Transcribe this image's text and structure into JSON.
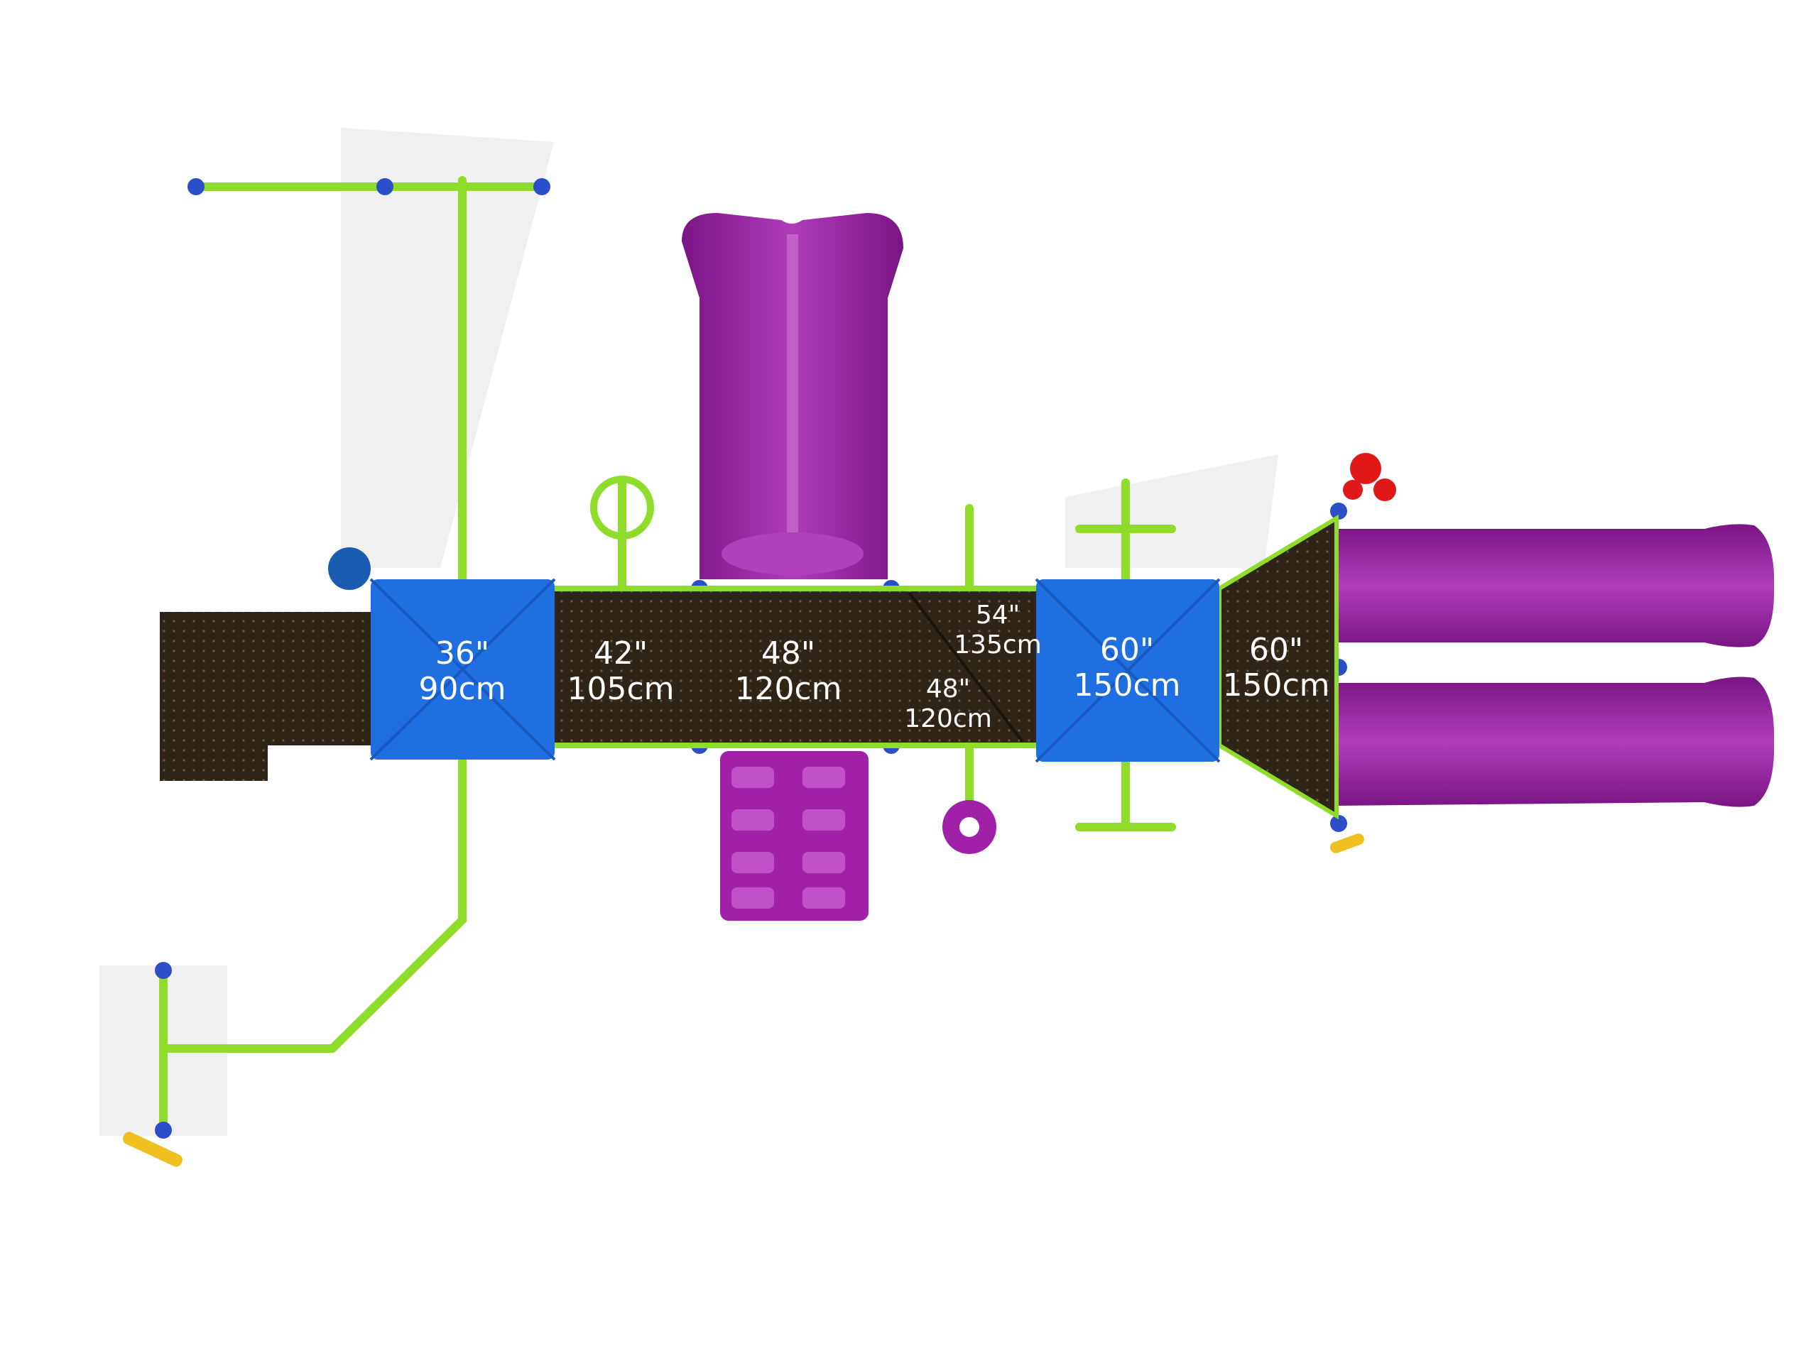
{
  "colors": {
    "deck": "#2e2418",
    "roof": "#1f6fe0",
    "slide": "#9a1fa0",
    "pole": "#8fdc2a",
    "clamp": "#2a4fc8",
    "accent_red": "#e01818",
    "accent_yellow": "#f0c020"
  },
  "platforms": [
    {
      "height_in": "36\"",
      "height_cm": "90cm"
    },
    {
      "height_in": "42\"",
      "height_cm": "105cm"
    },
    {
      "height_in": "48\"",
      "height_cm": "120cm"
    },
    {
      "height_in": "54\"",
      "height_cm": "135cm"
    },
    {
      "height_in": "48\"",
      "height_cm": "120cm"
    },
    {
      "height_in": "60\"",
      "height_cm": "150cm"
    },
    {
      "height_in": "60\"",
      "height_cm": "150cm"
    }
  ]
}
